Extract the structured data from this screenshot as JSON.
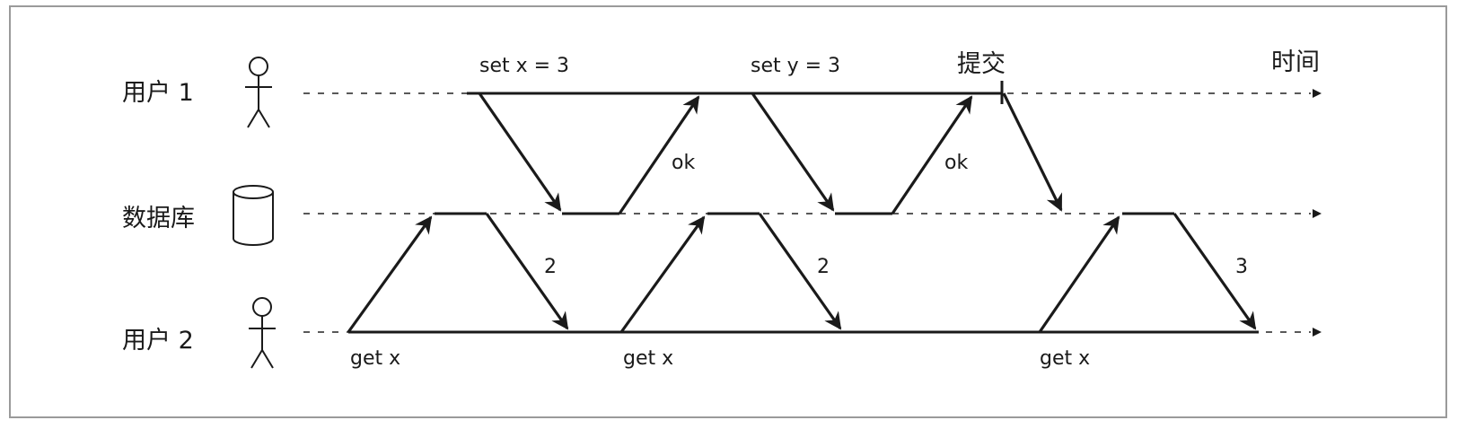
{
  "participants": {
    "user1": "用户 1",
    "database": "数据库",
    "user2": "用户 2"
  },
  "time_label": "时间",
  "commit_label": "提交",
  "user1_ops": {
    "set_x": "set x = 3",
    "set_y": "set y = 3",
    "ok_1": "ok",
    "ok_2": "ok"
  },
  "user2_ops": {
    "get_1": "get x",
    "get_2": "get x",
    "get_3": "get x",
    "result_1": "2",
    "result_2": "2",
    "result_3": "3"
  }
}
